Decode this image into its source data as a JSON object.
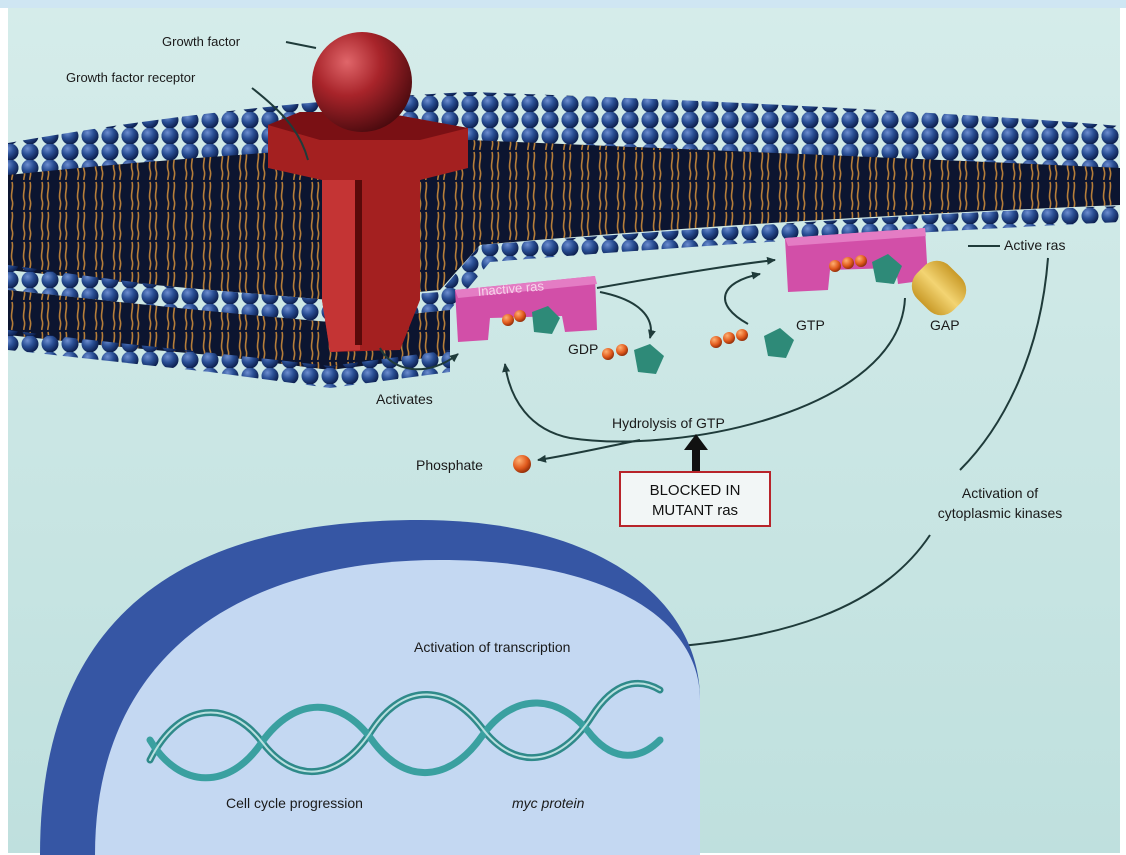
{
  "labels": {
    "growth_factor": "Growth factor",
    "growth_factor_receptor": "Growth factor receptor",
    "inactive_ras": "Inactive ras",
    "active_ras": "Active ras",
    "gap": "GAP",
    "gdp": "GDP",
    "gtp": "GTP",
    "activates": "Activates",
    "hydrolysis": "Hydrolysis of GTP",
    "phosphate": "Phosphate",
    "blocked_line1": "BLOCKED IN",
    "blocked_line2": "MUTANT ras",
    "activation_kinases_line1": "Activation of",
    "activation_kinases_line2": "cytoplasmic kinases",
    "activation_transcription": "Activation of transcription",
    "myc_protein": "myc protein",
    "cell_cycle": "Cell cycle progression"
  },
  "colors": {
    "background": "#c8e6e4",
    "membrane_head": "#1b3d7a",
    "membrane_core": "#0c1530",
    "lipid_tail": "#c98a3a",
    "receptor": "#a42020",
    "ras": "#d24fa8",
    "gap": "#e8c04a",
    "phosphate": "#e0591c",
    "nucleotide": "#2e8a78",
    "nucleus": "#c4d8f2",
    "nucleus_shadow": "#3656a4",
    "dna": "#2f8a8a"
  }
}
